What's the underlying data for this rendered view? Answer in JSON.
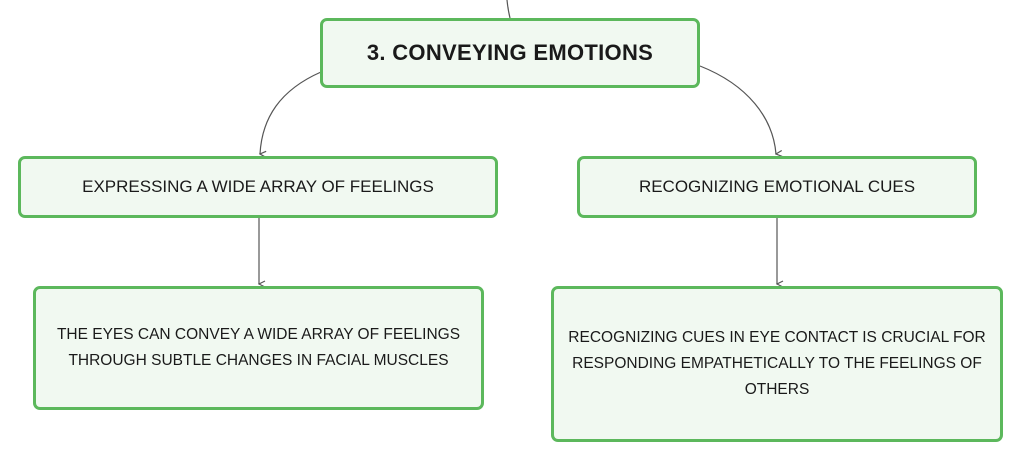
{
  "diagram": {
    "root": {
      "label": "3. CONVEYING EMOTIONS"
    },
    "branches": [
      {
        "label": "EXPRESSING A WIDE ARRAY OF FEELINGS",
        "detail": "THE EYES CAN CONVEY A WIDE ARRAY OF FEELINGS THROUGH SUBTLE CHANGES IN FACIAL MUSCLES"
      },
      {
        "label": "RECOGNIZING EMOTIONAL CUES",
        "detail": "RECOGNIZING CUES IN EYE CONTACT IS CRUCIAL FOR RESPONDING EMPATHETICALLY TO THE FEELINGS OF OTHERS"
      }
    ]
  },
  "colors": {
    "node_border": "#5cb85c",
    "node_fill": "#f1f9f1",
    "connector": "#555555",
    "text": "#1a1a1a"
  }
}
